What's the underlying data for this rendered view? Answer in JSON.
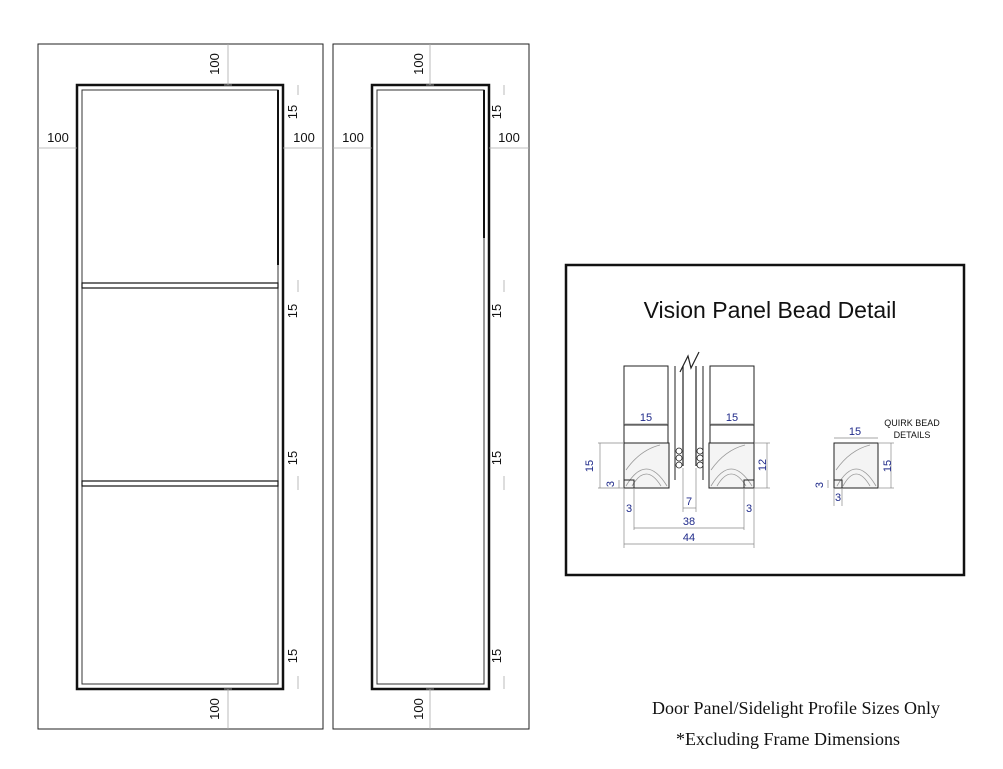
{
  "door_panel": {
    "dims": {
      "top": "100",
      "left": "100",
      "right": "100",
      "bottom": "100",
      "rail_top": "15",
      "rail_mid1": "15",
      "rail_mid2": "15",
      "rail_bottom": "15"
    }
  },
  "sidelight": {
    "dims": {
      "top": "100",
      "left": "100",
      "right": "100",
      "bottom": "100",
      "rail_top": "15",
      "rail_mid1": "15",
      "rail_mid2": "15",
      "rail_bottom": "15"
    }
  },
  "bead_detail": {
    "title": "Vision Panel Bead Detail",
    "dims": {
      "bead_left_width": "15",
      "bead_right_width": "15",
      "bead_height_left": "15",
      "bead_height_right": "12",
      "quirk_left": "3",
      "gap_left": "3",
      "glass": "7",
      "gap_right": "3",
      "inner": "38",
      "overall": "44"
    },
    "quirk": {
      "label_line1": "QUIRK BEAD",
      "label_line2": "DETAILS",
      "width": "15",
      "height": "15",
      "quirk_v": "3",
      "quirk_h": "3"
    }
  },
  "notes": {
    "line1": "Door Panel/Sidelight Profile Sizes Only",
    "line2": "*Excluding Frame Dimensions"
  }
}
